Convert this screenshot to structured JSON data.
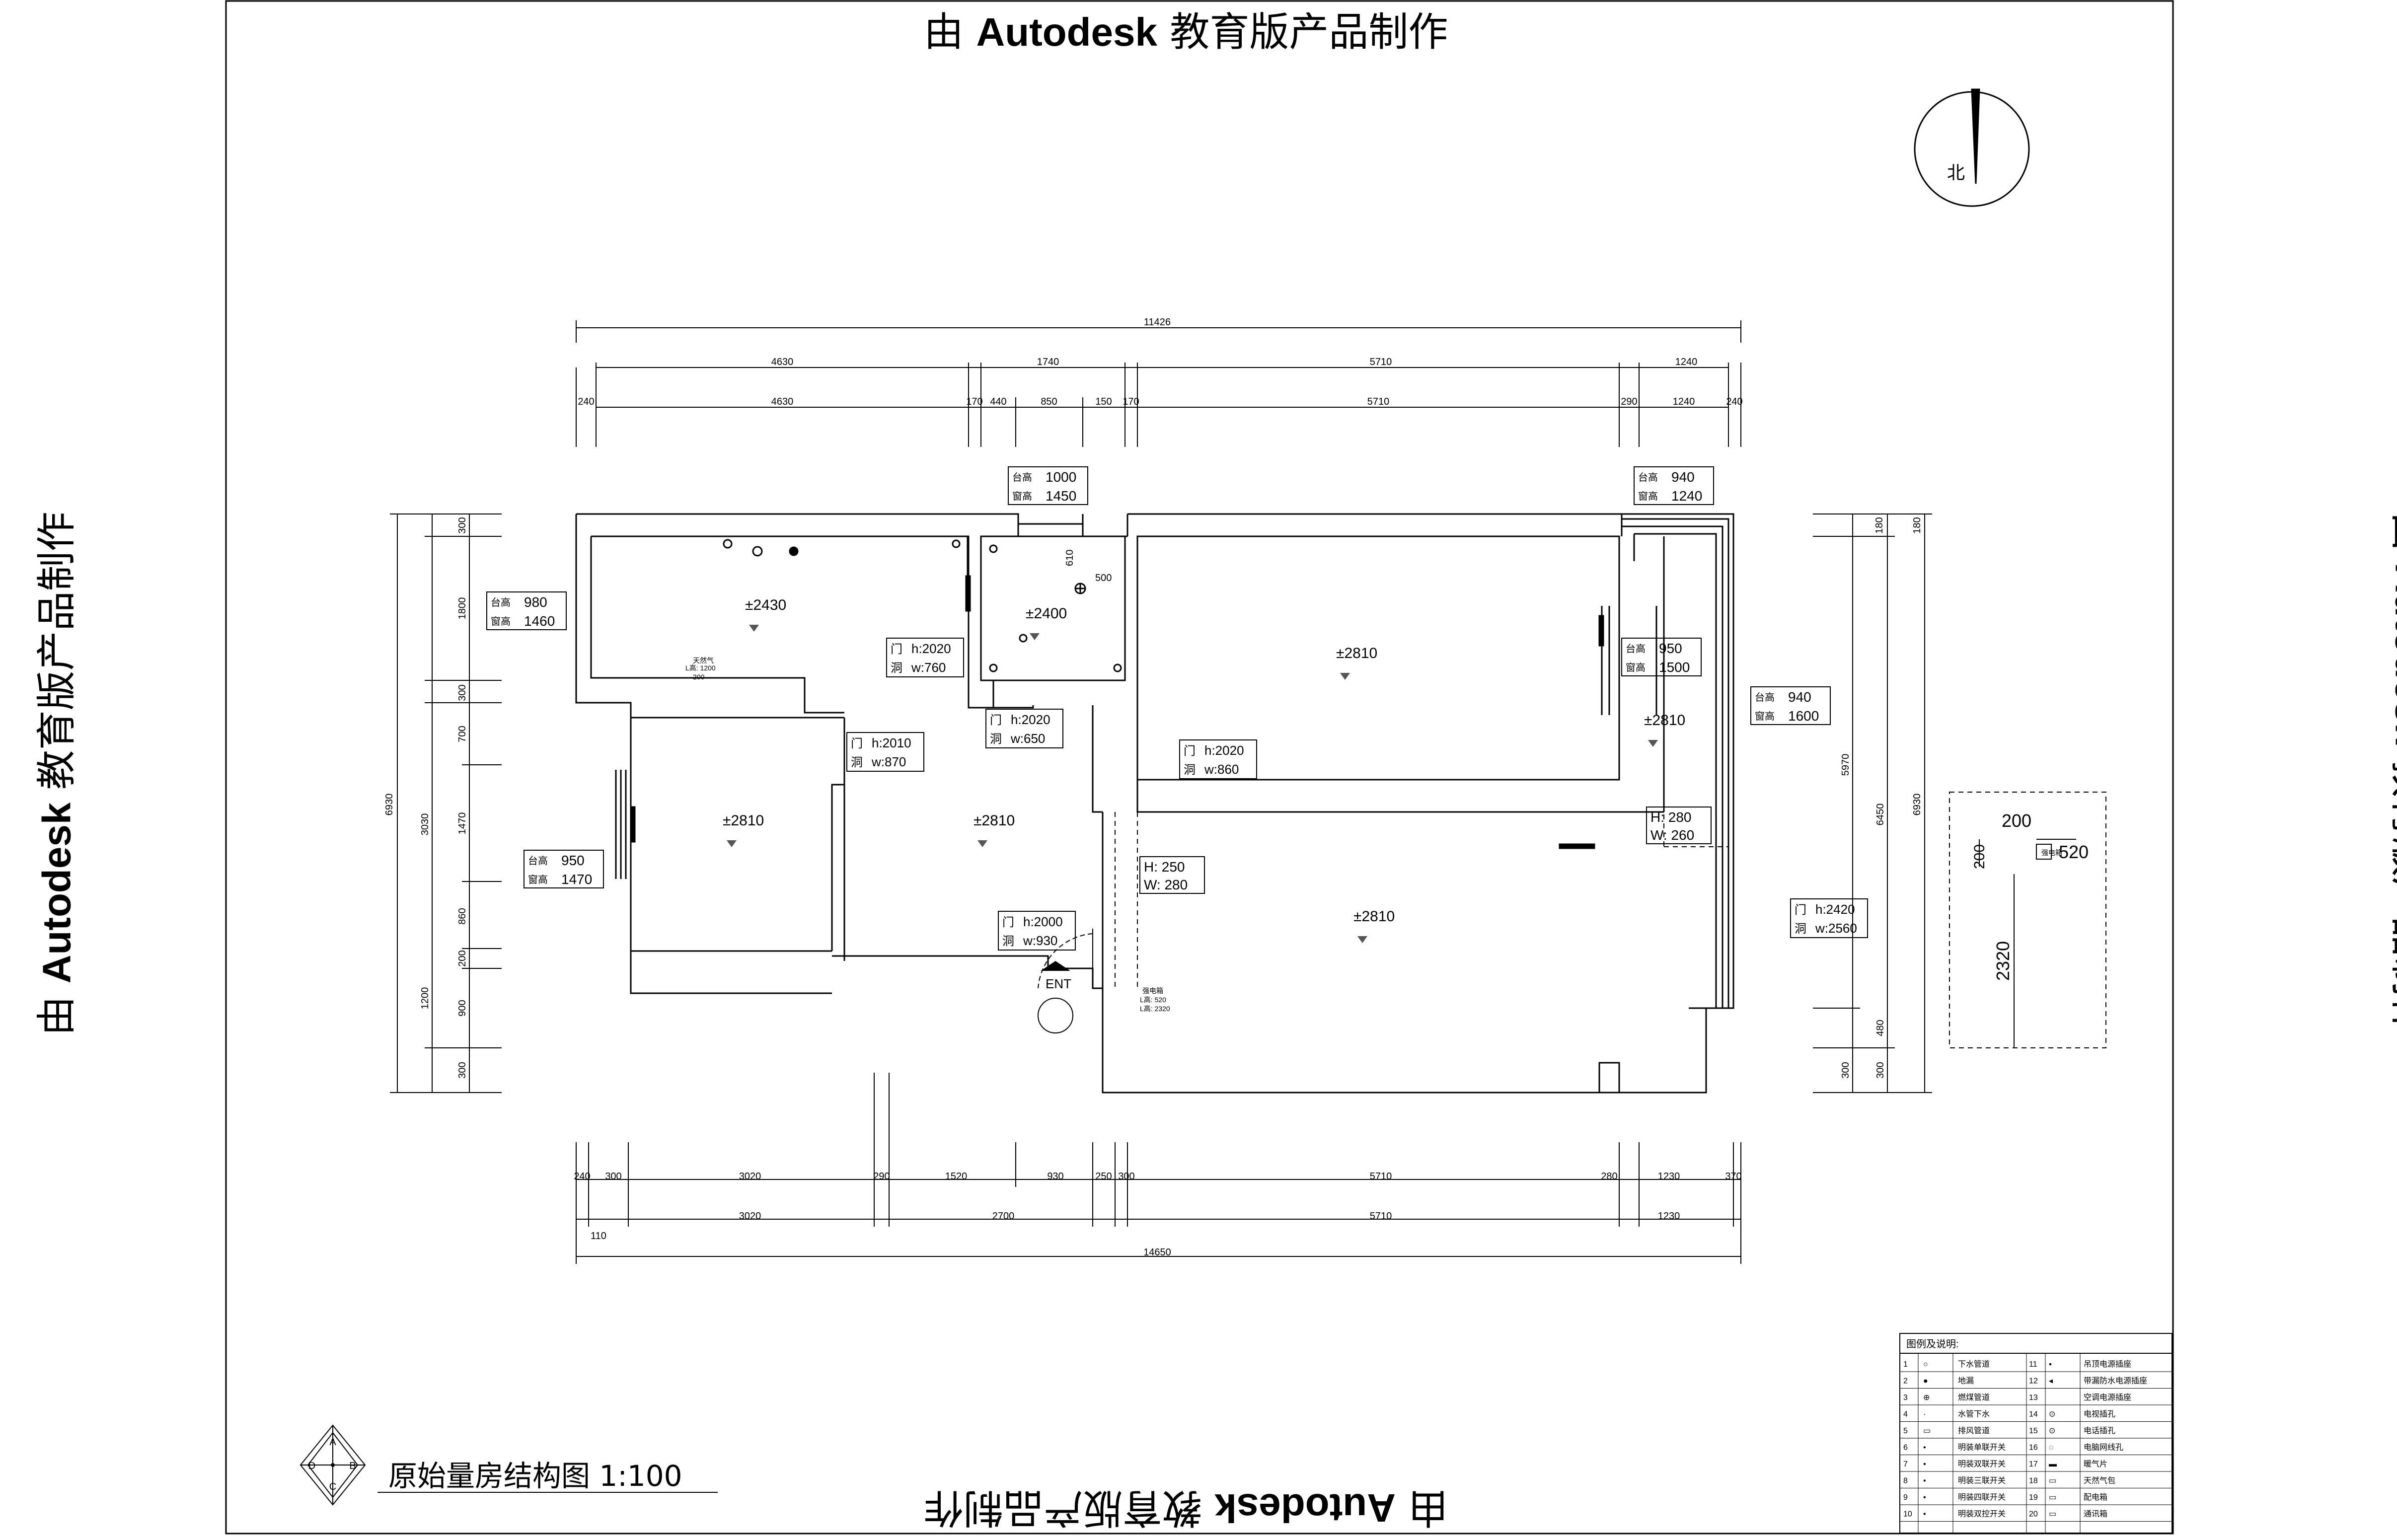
{
  "watermark": {
    "prefix": "由 ",
    "brand": "Autodesk",
    "suffix": " 教育版产品制作"
  },
  "compass": {
    "label": "北"
  },
  "title": {
    "text": "原始量房结构图  1:100"
  },
  "title_symbol": [
    "A",
    "B",
    "C",
    "D"
  ],
  "dims_top_outer": {
    "total": "11426"
  },
  "dims_top_mid": [
    "4630",
    "1740",
    "5710",
    "1240"
  ],
  "dims_top_inner": [
    "240",
    "4630",
    "170",
    "440",
    "850",
    "150",
    "170",
    "5710",
    "290",
    "1240",
    "240"
  ],
  "dims_bottom_inner": [
    "240",
    "300",
    "3020",
    "290",
    "1520",
    "930",
    "250",
    "300",
    "5710",
    "280",
    "1230",
    "370"
  ],
  "dims_bottom_mid": [
    "110",
    "3020",
    "2700",
    "5710",
    "1230"
  ],
  "dims_bottom_outer": {
    "total": "14650"
  },
  "dims_left_outer": [
    "6930"
  ],
  "dims_left_inner": [
    "300",
    "1800",
    "300",
    "700",
    "1470",
    "860",
    "200",
    "900",
    "300"
  ],
  "dims_left_mid": [
    "3030",
    "1200"
  ],
  "dims_right": [
    "180",
    "5970",
    "6450",
    "6930",
    "180",
    "480",
    "300",
    "300"
  ],
  "heights": [
    {
      "id": "h1",
      "label": "±2430"
    },
    {
      "id": "h2",
      "label": "±2400"
    },
    {
      "id": "h3",
      "label": "±2810"
    },
    {
      "id": "h4",
      "label": "±2810"
    },
    {
      "id": "h5",
      "label": "±2810"
    },
    {
      "id": "h6",
      "label": "±2810"
    },
    {
      "id": "h7",
      "label": "±2810"
    }
  ],
  "windows": [
    {
      "k1": "台高",
      "v1": "1000",
      "k2": "窗高",
      "v2": "1450"
    },
    {
      "k1": "台高",
      "v1": "940",
      "k2": "窗高",
      "v2": "1240"
    },
    {
      "k1": "台高",
      "v1": "980",
      "k2": "窗高",
      "v2": "1460"
    },
    {
      "k1": "台高",
      "v1": "950",
      "k2": "窗高",
      "v2": "1500"
    },
    {
      "k1": "台高",
      "v1": "940",
      "k2": "窗高",
      "v2": "1600"
    },
    {
      "k1": "台高",
      "v1": "950",
      "k2": "窗高",
      "v2": "1470"
    }
  ],
  "doors": [
    {
      "k1": "门",
      "v1": "h:2020",
      "k2": "洞",
      "v2": "w:760"
    },
    {
      "k1": "门",
      "v1": "h:2020",
      "k2": "洞",
      "v2": "w:650"
    },
    {
      "k1": "门",
      "v1": "h:2010",
      "k2": "洞",
      "v2": "w:870"
    },
    {
      "k1": "门",
      "v1": "h:2020",
      "k2": "洞",
      "v2": "w:860"
    },
    {
      "k1": "门",
      "v1": "h:2000",
      "k2": "洞",
      "v2": "w:930"
    },
    {
      "k1": "门",
      "v1": "h:2420",
      "k2": "洞",
      "v2": "w:2560"
    }
  ],
  "beams": [
    {
      "v1": "H: 250",
      "v2": "W: 280"
    },
    {
      "v1": "H: 280",
      "v2": "W: 260"
    }
  ],
  "small_notes": {
    "gas": "天然气",
    "gas_dim": "L高: 1200",
    "gas_dim2": "200",
    "kitchen_610": "610",
    "kitchen_500": "500",
    "ent": "ENT",
    "meter1": "强电箱",
    "meter2": "L高: 520",
    "meter3": "L高: 2320"
  },
  "detail": {
    "w": "200",
    "h": "200",
    "label": "强电箱",
    "side": "520",
    "bottom": "2320"
  },
  "legend": {
    "title": "图例及说明:",
    "rows": [
      [
        "1",
        "○",
        "下水管道",
        "11",
        "▪",
        "吊顶电源插座"
      ],
      [
        "2",
        "●",
        "地漏",
        "12",
        "◂",
        "带漏防水电源插座"
      ],
      [
        "3",
        "⊕",
        "燃煤管道",
        "13",
        "",
        "空调电源插座"
      ],
      [
        "4",
        "·",
        "水管下水",
        "14",
        "⊙",
        "电视插孔"
      ],
      [
        "5",
        "▭",
        "排风管道",
        "15",
        "⊙",
        "电话插孔"
      ],
      [
        "6",
        "•",
        "明装单联开关",
        "16",
        "◌",
        "电脑网线孔"
      ],
      [
        "7",
        "•",
        "明装双联开关",
        "17",
        "▬",
        "暖气片"
      ],
      [
        "8",
        "•",
        "明装三联开关",
        "18",
        "▭",
        "天然气包"
      ],
      [
        "9",
        "•",
        "明装四联开关",
        "19",
        "▭",
        "配电箱"
      ],
      [
        "10",
        "•",
        "明装双控开关",
        "20",
        "▭",
        "通讯箱"
      ]
    ]
  }
}
